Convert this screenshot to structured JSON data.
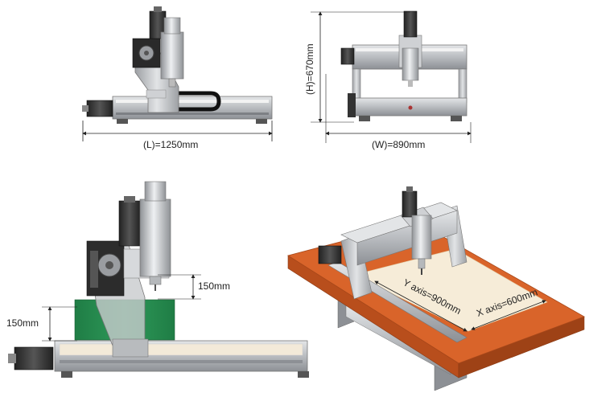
{
  "dimensions": {
    "length": "(L)=1250mm",
    "width": "(W)=890mm",
    "height": "(H)=670mm",
    "z_travel": "150mm",
    "gantry_clearance": "150mm"
  },
  "axes": {
    "y_axis": "Y axis=900mm",
    "x_axis": "X axis=600mm"
  },
  "colors": {
    "table_top": "#d9642a",
    "table_side": "#b84e1c",
    "work_area": "#f6ecd8",
    "green_block": "#2f9a5a",
    "aluminum": "#b9bcc0",
    "aluminum_dark": "#8d9095",
    "motor": "#3a3a3a",
    "dimension_line": "#222222"
  }
}
